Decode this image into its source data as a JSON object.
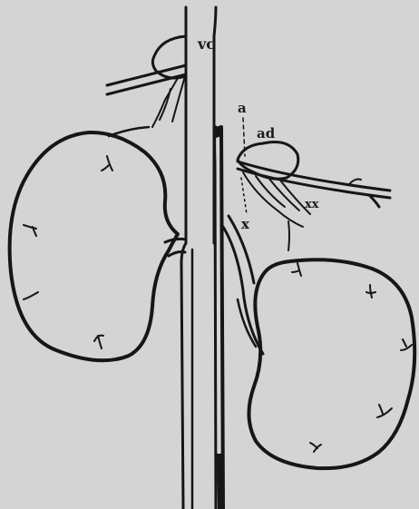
{
  "labels": {
    "vena_cava": "vc",
    "point_a": "a",
    "adrenal": "ad",
    "point_x": "x",
    "double_x": "xx"
  }
}
